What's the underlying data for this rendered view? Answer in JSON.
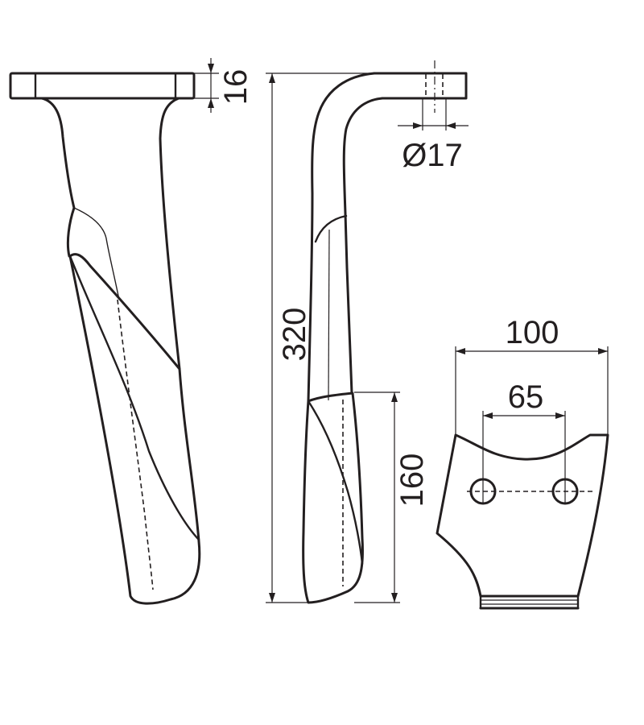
{
  "drawing": {
    "line_color": "#231f20",
    "background": "#ffffff",
    "dimensions": {
      "flange_thickness": "16",
      "hole_diameter": "Ø17",
      "total_height": "320",
      "blade_height": "160",
      "flange_width": "100",
      "hole_spacing": "65"
    }
  }
}
